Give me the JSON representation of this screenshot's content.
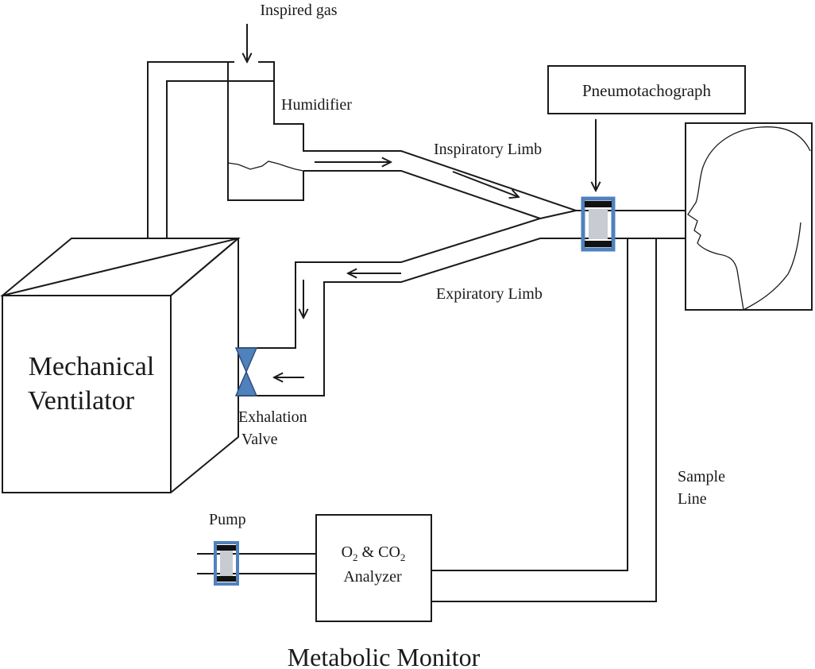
{
  "labels": {
    "inspired_gas": "Inspired gas",
    "humidifier": "Humidifier",
    "pneumotachograph": "Pneumotachograph",
    "inspiratory_limb": "Inspiratory Limb",
    "expiratory_limb": "Expiratory Limb",
    "ventilator_line1": "Mechanical",
    "ventilator_line2": "Ventilator",
    "exhalation_line1": "Exhalation",
    "exhalation_line2": "Valve",
    "sample_line1": "Sample",
    "sample_line2": "Line",
    "pump": "Pump",
    "analyzer_o": "O",
    "analyzer_sub1": "2",
    "analyzer_mid": " & CO",
    "analyzer_sub2": "2",
    "analyzer_line2": "Analyzer",
    "metabolic_monitor": "Metabolic Monitor"
  },
  "colors": {
    "line": "#1a1a1a",
    "valve_fill": "#4f81bd",
    "valve_stroke": "#2f4f7a",
    "sensor_frame": "#4f81bd",
    "sensor_bar": "#111111",
    "sensor_core": "#c8ccd2"
  }
}
